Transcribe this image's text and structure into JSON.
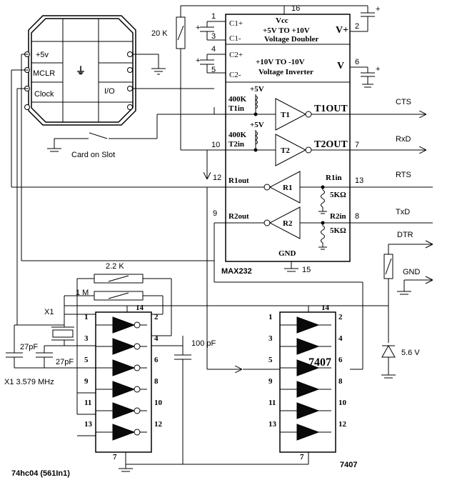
{
  "smartcard": {
    "ground_symbol": "⏚",
    "pins": {
      "vcc": "+5v",
      "mclr": "MCLR",
      "clock": "Clock",
      "io": "I/O"
    },
    "switch_label": "Card on Slot"
  },
  "max232": {
    "name": "MAX232",
    "pin16": "16",
    "pin15": "15",
    "gnd": "GND",
    "doubler": {
      "c1p": "C1+",
      "c1m": "C1-",
      "vcc": "Vcc",
      "range": "+5V TO +10V",
      "label": "Voltage Doubler",
      "vplus": "V+",
      "pin1": "1",
      "pin2": "2",
      "pin3": "3"
    },
    "inverter": {
      "c2p": "C2+",
      "c2m": "C2-",
      "range": "+10V TO -10V",
      "label": "Voltage Inverter",
      "vminus": "V",
      "pin4": "4",
      "pin5": "5",
      "pin6": "6"
    },
    "t1": {
      "pullup": "+5V",
      "res": "400K",
      "in": "T1in",
      "name": "T1",
      "out": "T1OUT"
    },
    "t2": {
      "pullup": "+5V",
      "res": "400K",
      "in": "T2in",
      "name": "T2",
      "out": "T2OUT",
      "pin_in": "10",
      "pin_out": "7"
    },
    "r1": {
      "out": "R1out",
      "name": "R1",
      "in": "R1in",
      "res": "5KΩ",
      "pin_out": "12",
      "pin_in": "13"
    },
    "r2": {
      "out": "R2out",
      "name": "R2",
      "in": "R2in",
      "res": "5KΩ",
      "pin_out": "9",
      "pin_in": "8"
    }
  },
  "rs232": {
    "cts": "CTS",
    "rxd": "RxD",
    "rts": "RTS",
    "txd": "TxD",
    "dtr": "DTR",
    "gnd": "GND"
  },
  "resistor_20k": "20 K",
  "zener": "5.6 V",
  "oscillator": {
    "r_22k": "2.2 K",
    "r_1m": "1 M",
    "x1": "X1",
    "cap1": "27pF",
    "cap2": "27pF",
    "crystal": "X1 3.579 MHz",
    "cap_100p": "100 pF"
  },
  "ic_74hc04": {
    "name": "74hc04 (561In1)",
    "vcc_pin": "14",
    "gnd_pin": "7",
    "pins_left": [
      "1",
      "3",
      "5",
      "9",
      "11",
      "13"
    ],
    "pins_right": [
      "2",
      "4",
      "6",
      "8",
      "10",
      "12"
    ]
  },
  "ic_7407": {
    "name": "7407",
    "body_label": "7407",
    "vcc_pin": "14",
    "gnd_pin": "7",
    "pins_left": [
      "1",
      "3",
      "5",
      "9",
      "11",
      "13"
    ],
    "pins_right": [
      "2",
      "4",
      "6",
      "8",
      "10",
      "12"
    ]
  }
}
